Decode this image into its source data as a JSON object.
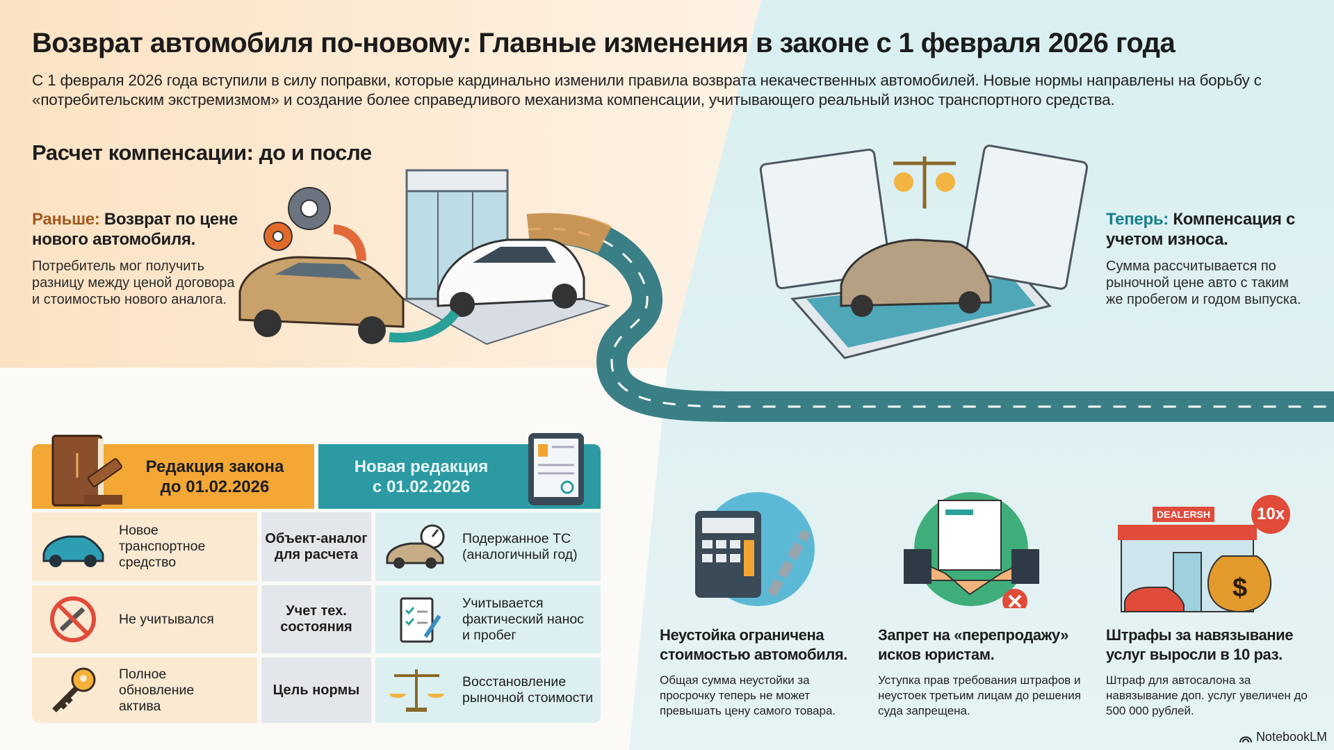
{
  "title": "Возврат автомобиля по-новому: Главные изменения в законе с 1 февраля 2026 года",
  "intro": "С 1 февраля 2026 года вступили в силу поправки, которые кардинально изменили правила возврата некачественных автомобилей. Новые нормы направлены на борьбу с «потребительским экстремизмом» и создание более справедливого механизма компенсации, учитывающего реальный износ транспортного средства.",
  "section_title": "Расчет компенсации: до и после",
  "before": {
    "label": "Раньше:",
    "title": "Возврат по цене нового автомобиля.",
    "text": "Потребитель мог получить разницу между ценой договора и стоимостью нового аналога."
  },
  "after": {
    "label": "Теперь:",
    "title": "Компенсация с учетом износа.",
    "text": "Сумма рассчитывается по рыночной цене авто с таким же пробегом и годом выпуска."
  },
  "table": {
    "header_old": "Редакция закона до 01.02.2026",
    "header_new": "Новая редакция с 01.02.2026",
    "rows": [
      {
        "old": "Новое транспортное средство",
        "criterion": "Объект-аналог для расчета",
        "new": "Подержанное ТС (аналогичный год)",
        "old_icon": "car-icon",
        "new_icon": "used-car-speedometer-icon"
      },
      {
        "old": "Не учитывался",
        "criterion": "Учет тех. состояния",
        "new": "Учитывается фактический нанос и пробег",
        "old_icon": "no-wrench-icon",
        "new_icon": "checklist-icon"
      },
      {
        "old": "Полное обновление актива",
        "criterion": "Цель нормы",
        "new": "Восстановление рыночной стоимости",
        "old_icon": "key-icon",
        "new_icon": "scales-icon"
      }
    ]
  },
  "cards": [
    {
      "title": "Неустойка ограничена стоимостью автомобиля.",
      "text": "Общая сумма неустойки за просрочку теперь не может превышать цену самого товара.",
      "icon": "calculator-broken-chain-icon"
    },
    {
      "title": "Запрет на «перепродажу» исков юристам.",
      "text": "Уступка прав требования штрафов и неустоек третьим лицам до решения суда запрещена.",
      "icon": "handshake-forbidden-icon"
    },
    {
      "title": "Штрафы за навязывание услуг выросли в 10 раз.",
      "text": "Штраф для автосалона за навязывание доп. услуг увеличен до 500 000 рублей.",
      "icon": "dealership-money-icon",
      "badge": "10x",
      "sign": "DEALERSH"
    }
  ],
  "brand": "NotebookLM",
  "colors": {
    "orange": "#f2a532",
    "teal": "#2b9aa3",
    "peach": "#fbe3c6",
    "mint": "#e2f2f3"
  }
}
